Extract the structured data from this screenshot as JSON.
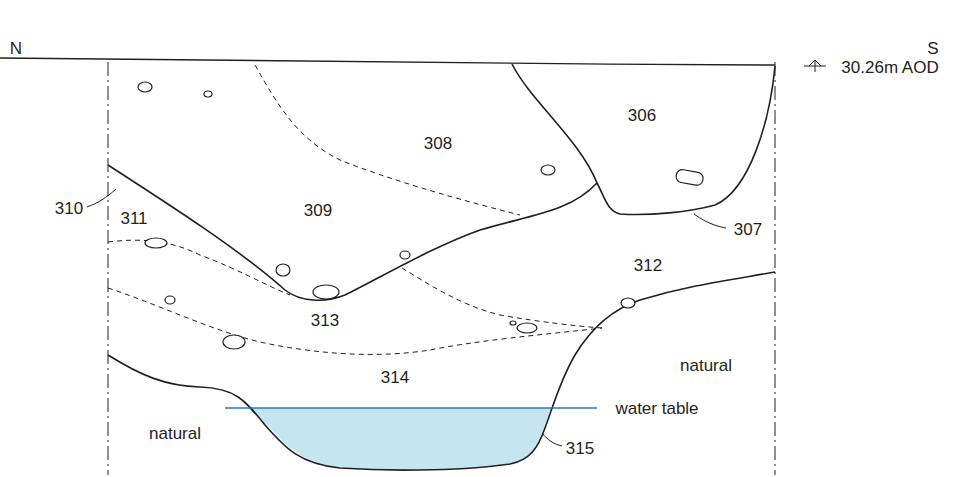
{
  "diagram": {
    "labels": [
      "N",
      "S",
      "30.26m AOD",
      "308",
      "306",
      "310",
      "309",
      "311",
      "307",
      "312",
      "313",
      "natural",
      "314",
      "water table",
      "natural",
      "315"
    ]
  }
}
